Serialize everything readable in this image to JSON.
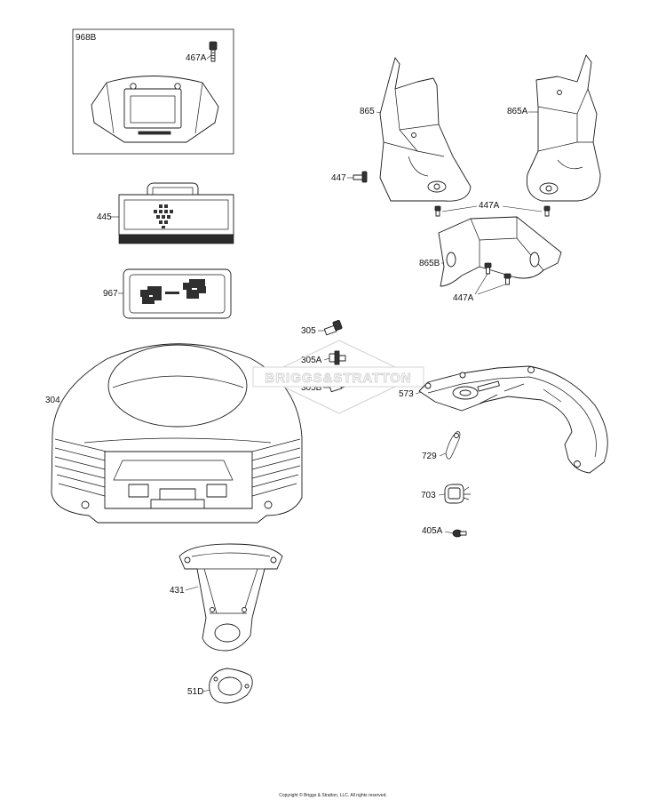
{
  "callouts": {
    "p968b": "968B",
    "p467a": "467A",
    "p445": "445",
    "p967": "967",
    "p304": "304",
    "p305": "305",
    "p305a": "305A",
    "p305b": "305B",
    "p431": "431",
    "p51d": "51D",
    "p865": "865",
    "p865a": "865A",
    "p447": "447",
    "p447a_top": "447A",
    "p865b": "865B",
    "p447a_bottom": "447A",
    "p573": "573",
    "p729": "729",
    "p703": "703",
    "p405a": "405A"
  },
  "watermark": "BRIGGS&STRATTON",
  "copyright": "Copyright © Briggs & Stratton, LLC. All rights reserved."
}
